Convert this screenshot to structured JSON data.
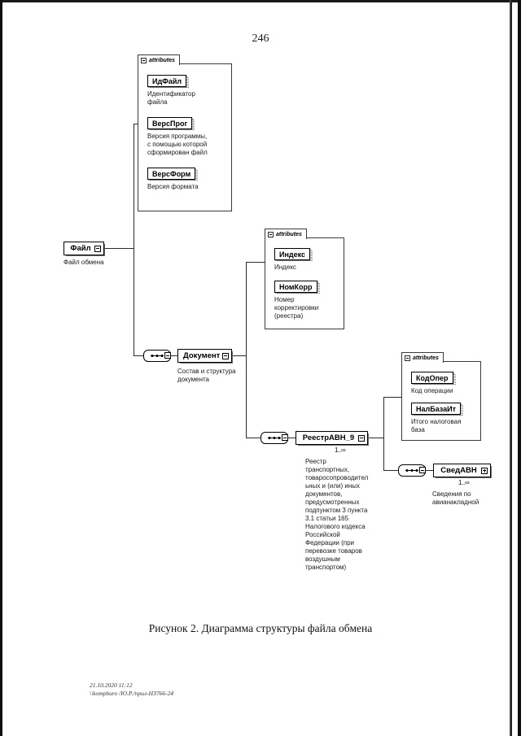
{
  "page": {
    "number": "246",
    "caption": "Рисунок 2. Диаграмма структуры файла обмена",
    "footer_line1": "21.10.2020 11:12",
    "footer_line2": "\\\\kompburo /Ю.Р./прил-НЗ766-24"
  },
  "diagram": {
    "type": "xsd-schema-tree",
    "attributes_tab_label": "attributes",
    "cardinality_many": "1..∞",
    "nodes": [
      {
        "id": "fail",
        "name": "Файл",
        "description": "Файл обмена",
        "toggle": "minus",
        "cardinality": "",
        "stacked": false
      },
      {
        "id": "dokument",
        "name": "Документ",
        "description": "Состав и структура\nдокумента",
        "toggle": "minus",
        "cardinality": "",
        "stacked": true
      },
      {
        "id": "reestr",
        "name": "РеестрАВН_9",
        "description": "Реестр\nтранспортных,\nтоваросопроводител\nьных и (или) иных\nдокументов,\nпредусмотренных\nподпунктом 3 пункта\n3.1 статьи 165\nНалогового кодекса\nРоссийской\nФедерации (при\nперевозке товаров\nвоздушным\nтранспортом)",
        "toggle": "minus",
        "cardinality": "1..∞",
        "stacked": true
      },
      {
        "id": "sved",
        "name": "СведАВН",
        "description": "Сведения по\nавианакладной",
        "toggle": "plus",
        "cardinality": "1..∞",
        "stacked": true
      }
    ],
    "attribute_groups": [
      {
        "owner": "fail",
        "items": [
          {
            "name": "ИдФайл",
            "description": "Идентификатор\nфайла"
          },
          {
            "name": "ВерсПрог",
            "description": "Версия программы,\nс помощью которой\nсформирован файл"
          },
          {
            "name": "ВерсФорм",
            "description": "Версия формата"
          }
        ]
      },
      {
        "owner": "dokument",
        "items": [
          {
            "name": "Индекс",
            "description": "Индекс"
          },
          {
            "name": "НомКорр",
            "description": "Номер\nкорректировки\n(реестра)"
          }
        ]
      },
      {
        "owner": "reestr",
        "items": [
          {
            "name": "КодОпер",
            "description": "Код операции"
          },
          {
            "name": "НалБазаИт",
            "description": "Итого налоговая\nбаза"
          }
        ]
      }
    ]
  }
}
